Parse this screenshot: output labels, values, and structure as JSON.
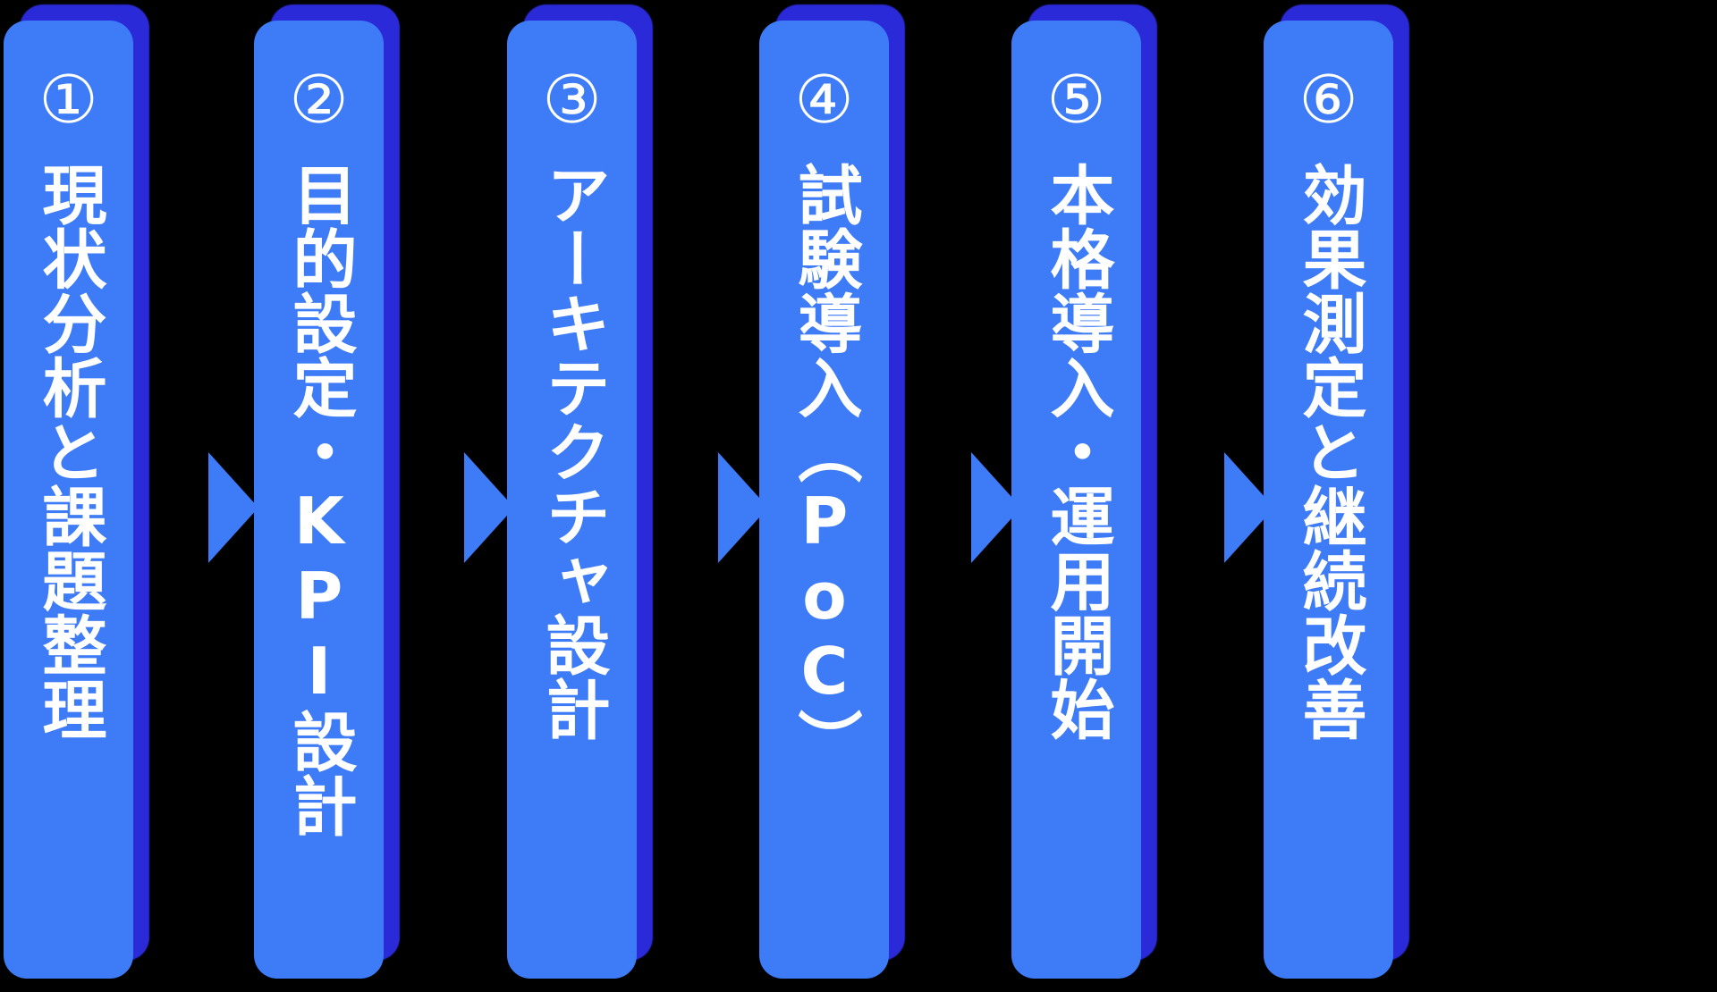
{
  "diagram": {
    "type": "horizontal-process-flow",
    "orientation": "left-to-right",
    "text_direction": "vertical-japanese",
    "background_color": "#000000",
    "card_color": "#3d7bf7",
    "card_shadow_color": "#2a2ad8",
    "text_color": "#ffffff",
    "arrow_color": "#3d7bf7",
    "step_count": 6,
    "steps": [
      {
        "number": "①",
        "label": "現状分析と課題整理"
      },
      {
        "number": "②",
        "label": "目的設定・KPI設計"
      },
      {
        "number": "③",
        "label": "アーキテクチャ設計"
      },
      {
        "number": "④",
        "label": "試験導入（PoC）"
      },
      {
        "number": "⑤",
        "label": "本格導入・運用開始"
      },
      {
        "number": "⑥",
        "label": "効果測定と継続改善"
      }
    ],
    "connectors": [
      {
        "name": "arrow-1-to-2",
        "glyph": "▶"
      },
      {
        "name": "arrow-2-to-3",
        "glyph": "▶"
      },
      {
        "name": "arrow-3-to-4",
        "glyph": "▶"
      },
      {
        "name": "arrow-4-to-5",
        "glyph": "▶"
      },
      {
        "name": "arrow-5-to-6",
        "glyph": "▶"
      }
    ]
  }
}
